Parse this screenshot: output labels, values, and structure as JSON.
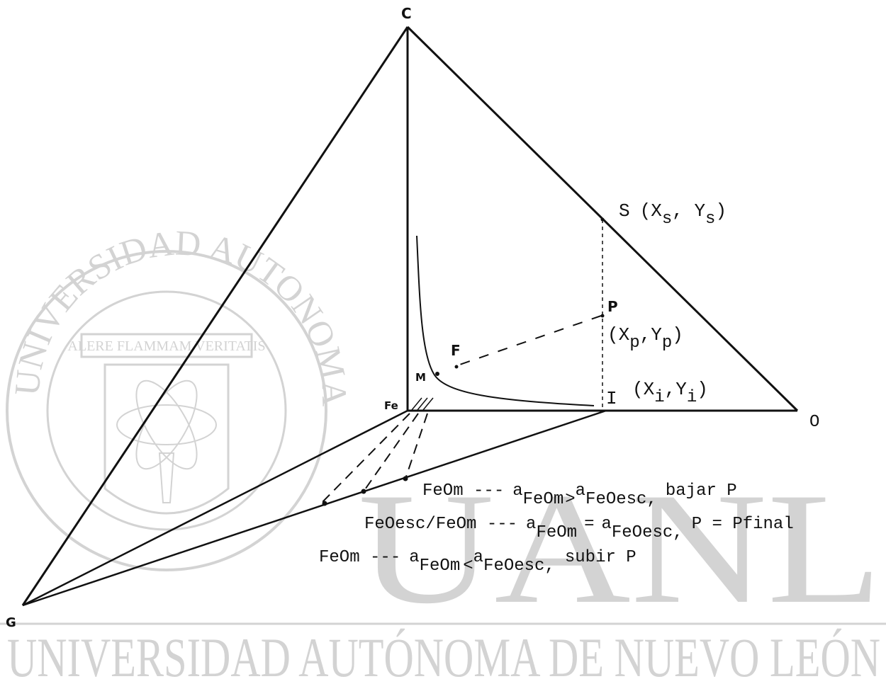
{
  "watermark": {
    "seal_ring_top": "UNIVERSIDAD AUTONOMA DE NUEVO LEON",
    "seal_banner": "ALERE FLAMMAM VERITATIS",
    "big_letters": "UANL",
    "footer": "UNIVERSIDAD AUTÓNOMA DE NUEVO LEÓN"
  },
  "vertices": {
    "c": "C",
    "g": "G",
    "fe": "Fe",
    "o": "O"
  },
  "points": {
    "s": "S",
    "s_coord": "(X",
    "s_coord_sub1": "s",
    "s_coord_mid": ", Y",
    "s_coord_sub2": "s",
    "s_coord_end": ")",
    "p": "P",
    "p_coord": "(X",
    "p_coord_sub1": "p",
    "p_coord_mid": ",Y",
    "p_coord_sub2": "p",
    "p_coord_end": ")",
    "i": "I",
    "i_coord": "(X",
    "i_coord_sub1": "i",
    "i_coord_mid": ",Y",
    "i_coord_sub2": "i",
    "i_coord_end": ")",
    "f": "F",
    "m": "M"
  },
  "conditions": [
    {
      "phase": "FeOm ---",
      "a1": "a",
      "sub1": "FeOm",
      "op": ">",
      "a2": "a",
      "sub2": "FeOesc,",
      "action": "bajar P"
    },
    {
      "phase": "FeOesc/FeOm ---",
      "a1": "a",
      "sub1": "FeOm",
      "op": "=",
      "a2": "a",
      "sub2": "FeOesc,",
      "action": "P = Pfinal"
    },
    {
      "phase": "FeOm ---",
      "a1": "a",
      "sub1": "FeOm",
      "op": "<",
      "a2": "a",
      "sub2": "FeOesc,",
      "action": "subir P"
    }
  ]
}
